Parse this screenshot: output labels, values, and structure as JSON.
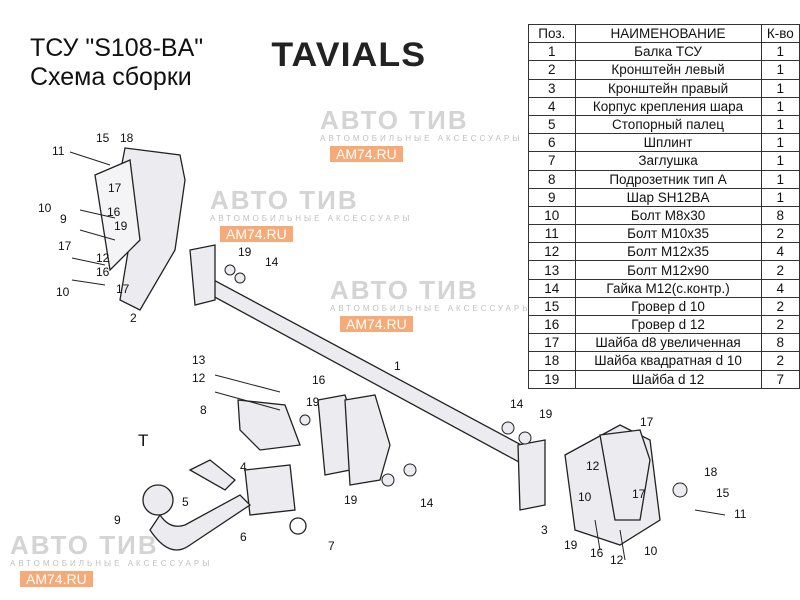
{
  "header": {
    "title_line1": "ТСУ  \"S108-BA\"",
    "title_line2": "Схема сборки",
    "logo": "TAVIALS"
  },
  "watermark": {
    "brand": "АВТО ТИВ",
    "subtitle": "АВТОМОБИЛЬНЫЕ АКСЕССУАРЫ",
    "site": "AM74.RU"
  },
  "table": {
    "headers": [
      "Поз.",
      "НАИМЕНОВАНИЕ",
      "К-во"
    ],
    "rows": [
      [
        "1",
        "Балка ТСУ",
        "1"
      ],
      [
        "2",
        "Кронштейн левый",
        "1"
      ],
      [
        "3",
        "Кронштейн правый",
        "1"
      ],
      [
        "4",
        "Корпус крепления шара",
        "1"
      ],
      [
        "5",
        "Стопорный палец",
        "1"
      ],
      [
        "6",
        "Шплинт",
        "1"
      ],
      [
        "7",
        "Заглушка",
        "1"
      ],
      [
        "8",
        "Подрозетник тип А",
        "1"
      ],
      [
        "9",
        "Шар SH12BA",
        "1"
      ],
      [
        "10",
        "Болт М8х30",
        "8"
      ],
      [
        "11",
        "Болт М10х35",
        "2"
      ],
      [
        "12",
        "Болт М12х35",
        "4"
      ],
      [
        "13",
        "Болт М12х90",
        "2"
      ],
      [
        "14",
        "Гайка М12(с.контр.)",
        "4"
      ],
      [
        "15",
        "Гровер d 10",
        "2"
      ],
      [
        "16",
        "Гровер d 12",
        "2"
      ],
      [
        "17",
        "Шайба d8 увеличенная",
        "8"
      ],
      [
        "18",
        "Шайба квадратная d 10",
        "2"
      ],
      [
        "19",
        "Шайба d 12",
        "7"
      ]
    ]
  },
  "callouts": [
    "11",
    "15",
    "18",
    "17",
    "10",
    "9",
    "16",
    "19",
    "17",
    "12",
    "16",
    "10",
    "17",
    "2",
    "19",
    "14",
    "1",
    "13",
    "12",
    "8",
    "16",
    "19",
    "T",
    "4",
    "5",
    "9",
    "6",
    "7",
    "19",
    "14",
    "14",
    "19",
    "17",
    "12",
    "10",
    "17",
    "18",
    "15",
    "11",
    "3",
    "19",
    "16",
    "12",
    "10"
  ],
  "colors": {
    "line": "#222222",
    "part": "#e8e8ec",
    "watermark_orange": "#f5aa78"
  }
}
